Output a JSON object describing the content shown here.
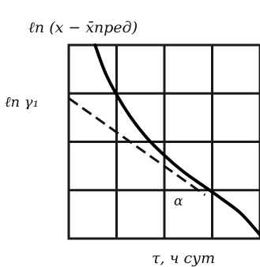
{
  "chart_data": {
    "type": "line",
    "ylabel": "ℓn (x − x̄пред)",
    "xlabel": "τ, ч сут",
    "grid": true,
    "y_axis_marker": "ℓn γ₁",
    "angle_marker": "α",
    "series": [
      {
        "style": "solid",
        "x": [
          0.55,
          0.8,
          1.2,
          1.6,
          2.0,
          2.4,
          2.8,
          3.2,
          3.6,
          4.0
        ],
        "y": [
          4.0,
          3.35,
          2.65,
          2.12,
          1.72,
          1.38,
          1.1,
          0.82,
          0.52,
          0.08
        ]
      },
      {
        "style": "dashed",
        "x": [
          0.0,
          2.85
        ],
        "y": [
          2.9,
          0.9
        ]
      }
    ],
    "xlim": [
      0,
      4
    ],
    "ylim": [
      0,
      4
    ]
  }
}
